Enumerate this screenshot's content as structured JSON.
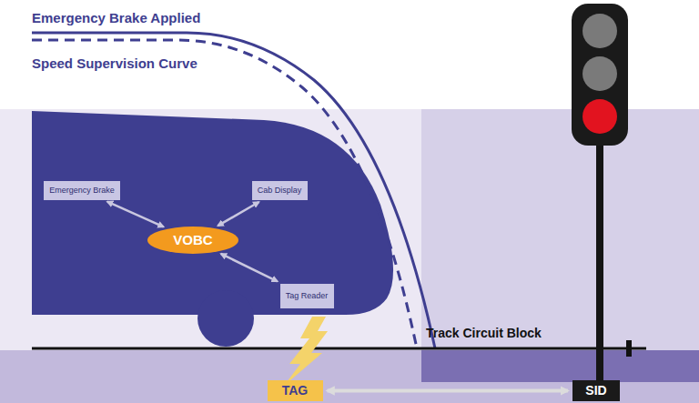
{
  "diagram": {
    "nodes": [
      {
        "text": [
          "Emergency Brake"
        ]
      },
      {
        "text": [
          "Cab Display"
        ]
      },
      {
        "text": [
          "VOBC"
        ]
      },
      {
        "text": [
          "Tag Reader"
        ]
      },
      {
        "text": [
          "TAG"
        ]
      },
      {
        "text": [
          "SID"
        ]
      }
    ],
    "edges": [
      {
        "from": 0,
        "to": 2,
        "arrow": "both"
      },
      {
        "from": 2,
        "to": 1,
        "arrow": "both"
      },
      {
        "from": 2,
        "to": 3,
        "arrow": "both"
      },
      {
        "from": 4,
        "to": 5,
        "arrow": "both"
      }
    ],
    "labels": [
      "Emergency Brake Applied",
      "Speed Supervision Curve",
      "Track Circuit Block"
    ]
  }
}
